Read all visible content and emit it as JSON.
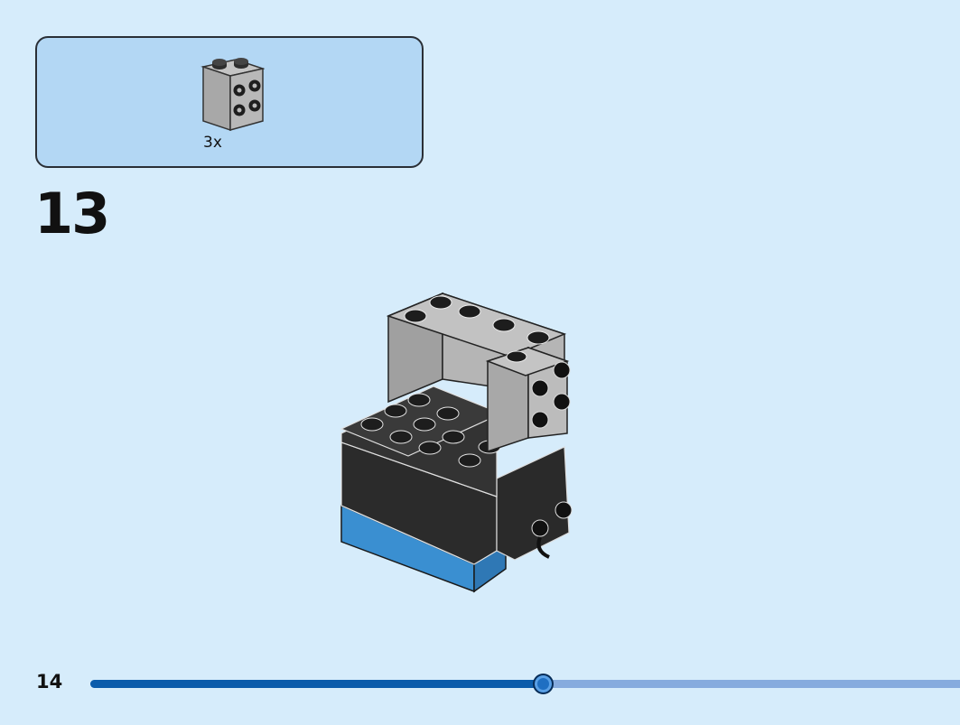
{
  "parts_panel": {
    "part_name": "brick-1x2x2-with-studs-on-side",
    "quantity": "3x"
  },
  "step": {
    "number": "13"
  },
  "model": {
    "icon": "lego-build-model"
  },
  "footer": {
    "page_number": "14",
    "progress": 0.52
  },
  "colors": {
    "background": "#d6ecfb",
    "parts_box": "#b3d7f4",
    "progress_fill": "#0b5cab",
    "progress_track": "#86abde",
    "brick_gray": "#a3a3a3",
    "brick_black": "#2b2b2b",
    "brick_blue": "#3a8fd1"
  }
}
